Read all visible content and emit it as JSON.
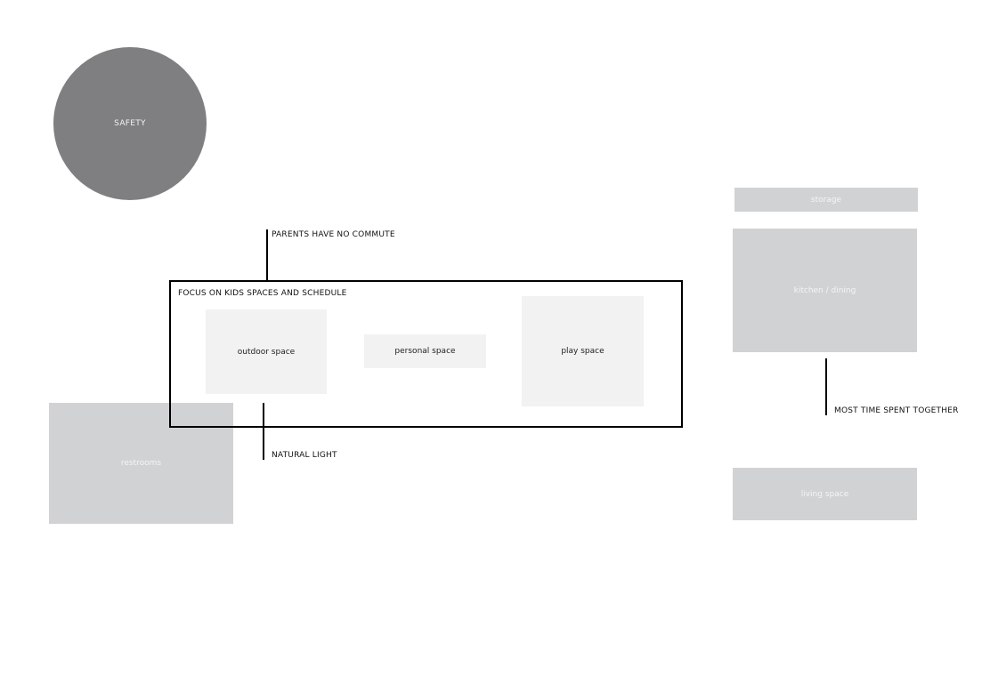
{
  "diagram": {
    "circle_label": "SAFETY",
    "blocks": {
      "storage": "storage",
      "kitchen_dining": "kitchen / dining",
      "living_space": "living space",
      "restrooms": "restrooms",
      "outdoor_space": "outdoor space",
      "personal_space": "personal space",
      "play_space": "play space"
    },
    "annotations": {
      "parents_no_commute": "PARENTS HAVE NO COMMUTE",
      "focus_kids": "FOCUS ON KIDS SPACES AND SCHEDULE",
      "natural_light": "NATURAL LIGHT",
      "most_time_together": "MOST TIME SPENT TOGETHER"
    },
    "colors": {
      "circle": "#7f7f81",
      "dark_block": "#d1d2d4",
      "light_block": "#f2f2f2",
      "frame": "#000000"
    }
  }
}
